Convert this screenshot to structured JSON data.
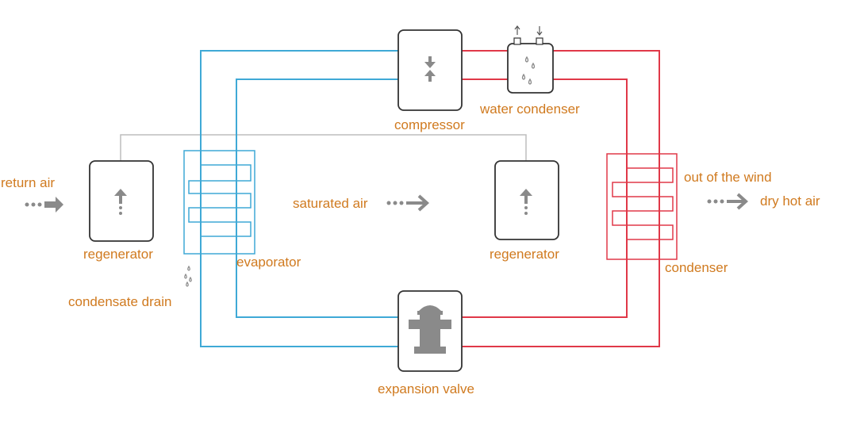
{
  "colors": {
    "label": "#d07a1f",
    "cold_pipe": "#3fa9d6",
    "hot_pipe": "#e03848",
    "component_border": "#333333",
    "icon_gray": "#8a8a8a",
    "connector_line": "#bdbdbd"
  },
  "labels": {
    "return_air": "return air",
    "regenerator_left": "regenerator",
    "condensate_drain": "condensate drain",
    "evaporator": "evaporator",
    "compressor": "compressor",
    "water_condenser": "water condenser",
    "saturated_air": "saturated air",
    "regenerator_right": "regenerator",
    "out_of_the_wind": "out of the wind",
    "dry_hot_air": "dry hot air",
    "condenser": "condenser",
    "expansion_valve": "expansion valve"
  },
  "icons": {
    "air_flow": "dotted-arrow-right-icon",
    "regenerator": "dotted-arrow-up-icon",
    "compressor": "compress-arrows-icon",
    "water_condenser": "water-drops-icon",
    "expansion_valve": "hydrant-icon",
    "condensate": "water-drops-icon"
  }
}
